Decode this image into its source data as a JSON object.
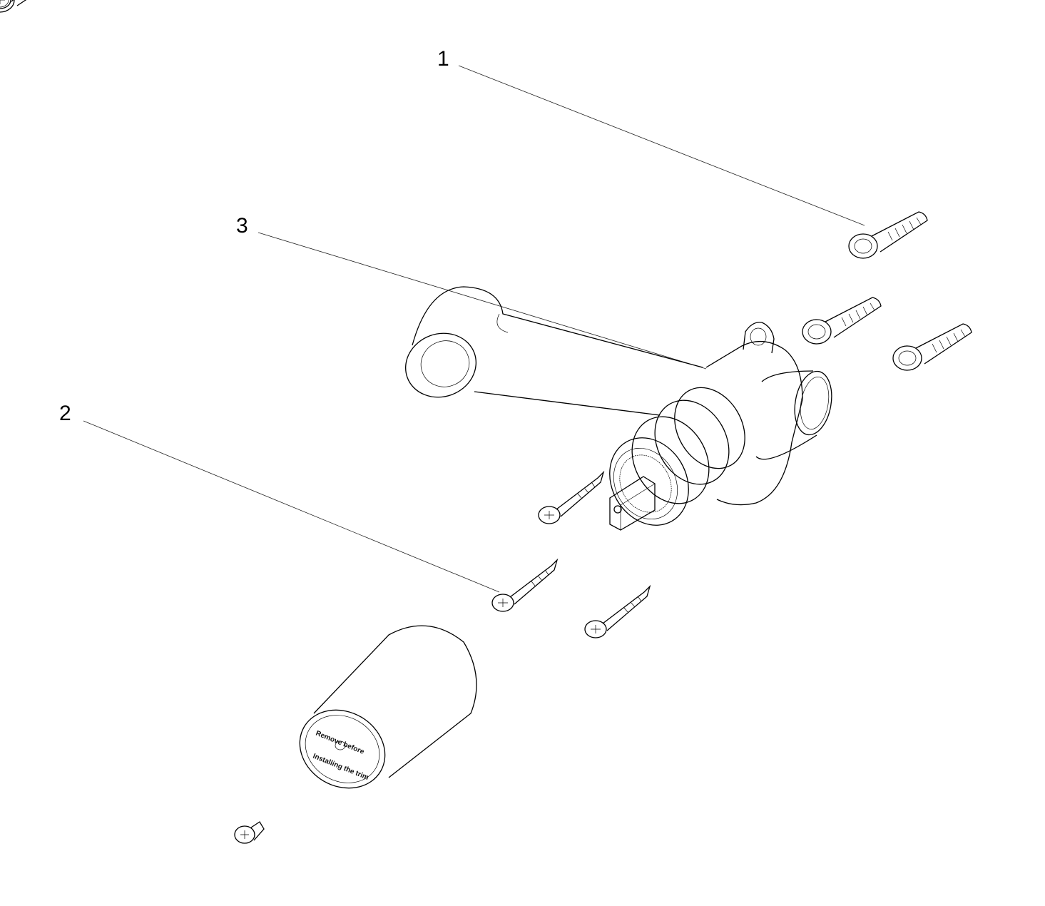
{
  "callouts": [
    {
      "label": "1",
      "part": "wall-plug"
    },
    {
      "label": "2",
      "part": "screw"
    },
    {
      "label": "3",
      "part": "valve-body-with-elbow"
    }
  ],
  "cap_label": {
    "line1": "Remove before",
    "line2": "Installing the trim"
  }
}
